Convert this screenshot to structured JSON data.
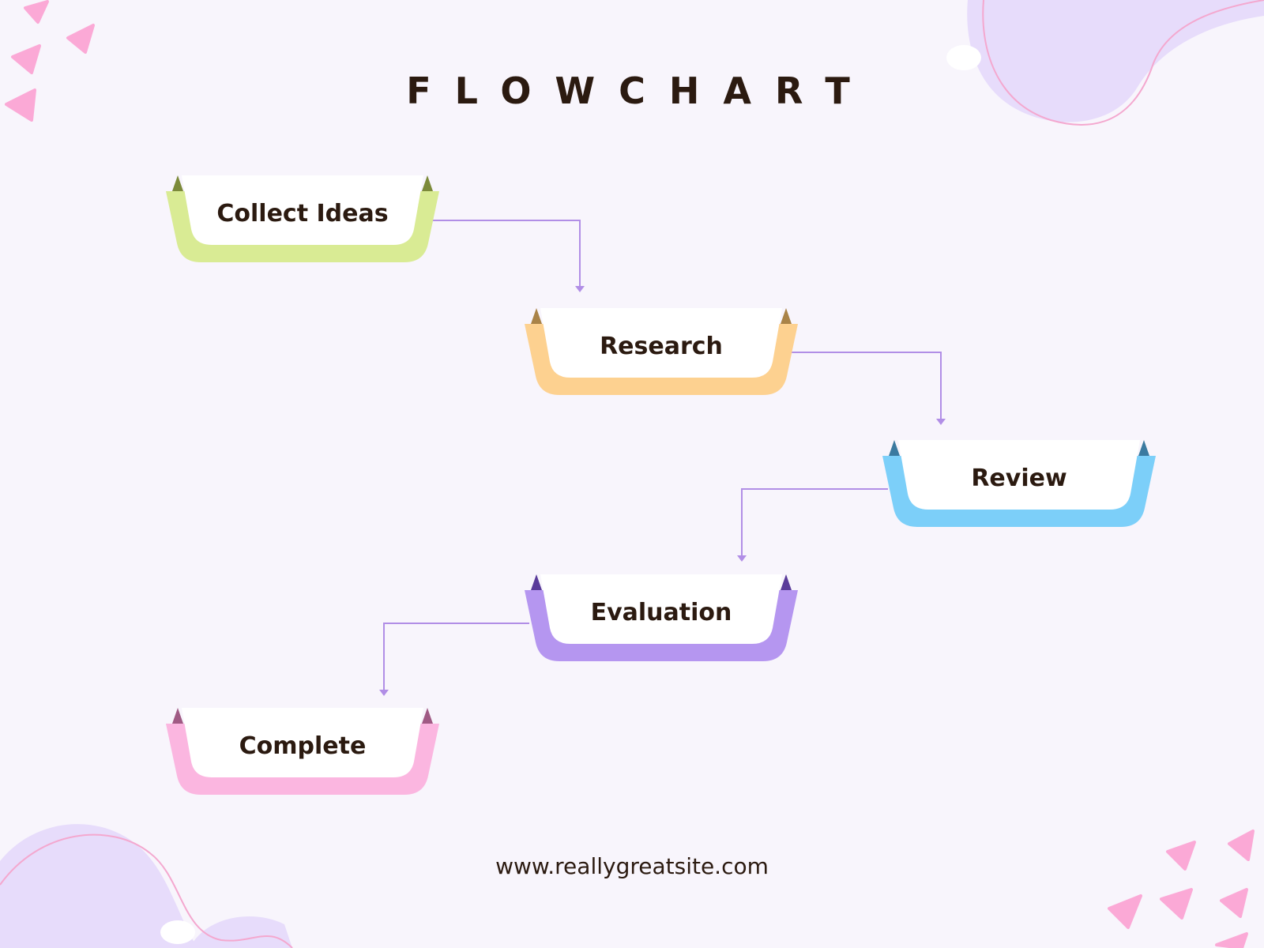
{
  "title": "FLOWCHART",
  "footer": "www.reallygreatsite.com",
  "colors": {
    "background": "#f8f5fc",
    "text": "#2b1a10",
    "connector": "#b18ee6",
    "blob": "#e7dcfb",
    "blob_outline": "#f4a8cf",
    "triangle": "#fba9d6"
  },
  "steps": [
    {
      "label": "Collect Ideas",
      "color": "#d9eb94",
      "tab": "#7c8a3a"
    },
    {
      "label": "Research",
      "color": "#fdd190",
      "tab": "#a98348"
    },
    {
      "label": "Review",
      "color": "#7ccff9",
      "tab": "#3b7aa0"
    },
    {
      "label": "Evaluation",
      "color": "#b596f0",
      "tab": "#5a3b9a"
    },
    {
      "label": "Complete",
      "color": "#fbb6e0",
      "tab": "#a05a84"
    }
  ]
}
